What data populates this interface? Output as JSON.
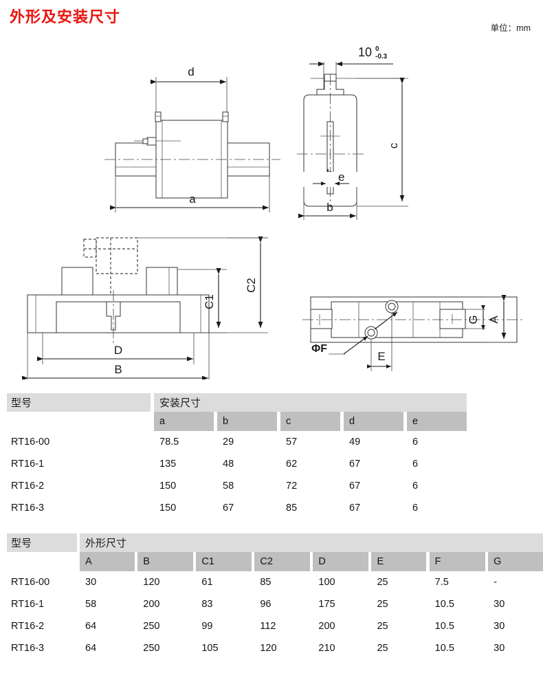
{
  "header": {
    "title": "外形及安装尺寸",
    "unit_note": "单位：mm",
    "title_color": "#e8150f"
  },
  "drawings": {
    "fuse_side_view": {
      "name": "fuse-link-side-view",
      "labels": {
        "d": "d",
        "a": "a"
      }
    },
    "fuse_front_view": {
      "name": "fuse-link-front-view",
      "labels": {
        "tol_value": "10",
        "tol_upper": "0",
        "tol_lower": "-0.3",
        "c": "c",
        "b": "b",
        "e": "e"
      }
    },
    "base_front_view": {
      "name": "fuse-base-front-view",
      "labels": {
        "C1": "C1",
        "C2": "C2",
        "D": "D",
        "B": "B"
      }
    },
    "base_top_view": {
      "name": "fuse-base-top-view",
      "labels": {
        "phiF": "ΦF",
        "E": "E",
        "G": "G",
        "A": "A"
      }
    }
  },
  "table_install": {
    "model_header": "型号",
    "group_header": "安装尺寸",
    "columns": [
      "a",
      "b",
      "c",
      "d",
      "e"
    ],
    "rows": [
      {
        "model": "RT16-00",
        "values": [
          "78.5",
          "29",
          "57",
          "49",
          "6"
        ]
      },
      {
        "model": "RT16-1",
        "values": [
          "135",
          "48",
          "62",
          "67",
          "6"
        ]
      },
      {
        "model": "RT16-2",
        "values": [
          "150",
          "58",
          "72",
          "67",
          "6"
        ]
      },
      {
        "model": "RT16-3",
        "values": [
          "150",
          "67",
          "85",
          "67",
          "6"
        ]
      }
    ]
  },
  "table_outline": {
    "model_header": "型号",
    "group_header": "外形尺寸",
    "columns": [
      "A",
      "B",
      "C1",
      "C2",
      "D",
      "E",
      "F",
      "G"
    ],
    "rows": [
      {
        "model": "RT16-00",
        "values": [
          "30",
          "120",
          "61",
          "85",
          "100",
          "25",
          "7.5",
          "-"
        ]
      },
      {
        "model": "RT16-1",
        "values": [
          "58",
          "200",
          "83",
          "96",
          "175",
          "25",
          "10.5",
          "30"
        ]
      },
      {
        "model": "RT16-2",
        "values": [
          "64",
          "250",
          "99",
          "112",
          "200",
          "25",
          "10.5",
          "30"
        ]
      },
      {
        "model": "RT16-3",
        "values": [
          "64",
          "250",
          "105",
          "120",
          "210",
          "25",
          "10.5",
          "30"
        ]
      }
    ]
  }
}
